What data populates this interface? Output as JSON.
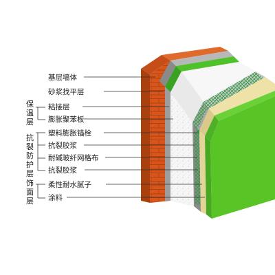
{
  "layers": [
    {
      "label": "基层墙体"
    },
    {
      "label": "砂浆找平层"
    },
    {
      "label": "粘接层"
    },
    {
      "label": "膨胀聚苯板"
    },
    {
      "label": "塑料膨胀锚栓"
    },
    {
      "label": "抗裂胶浆"
    },
    {
      "label": "耐碱玻纤网格布"
    },
    {
      "label": "抗裂胶浆"
    },
    {
      "label": "柔性耐水腻子"
    },
    {
      "label": "涂料"
    }
  ],
  "groups": [
    {
      "chars": [
        "保",
        "温",
        "层"
      ]
    },
    {
      "chars": [
        "抗",
        "裂",
        "防",
        "护",
        "层"
      ]
    },
    {
      "chars": [
        "饰",
        "面",
        "层"
      ]
    }
  ],
  "colors": {
    "brick": "#d8561c",
    "brick_dark": "#b34210",
    "mortar": "#9d9d9d",
    "foam": "#f2f2f2",
    "mesh": "#2c9a3c",
    "render": "#8c8c8c",
    "putty": "#ecdfa3",
    "paint": "#55c423"
  }
}
